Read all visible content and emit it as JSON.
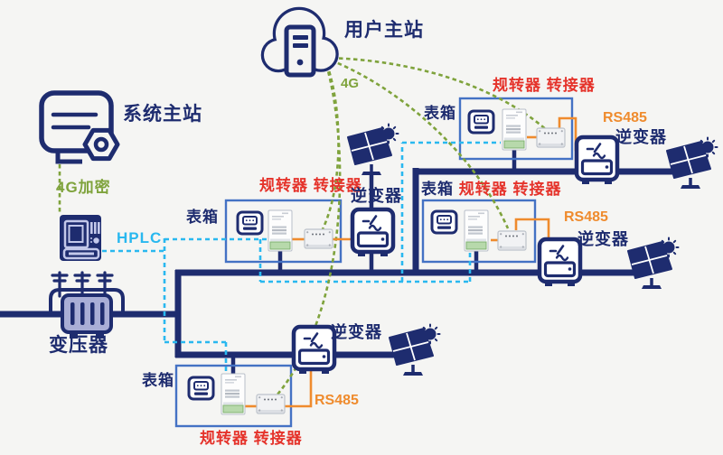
{
  "diagram": {
    "cloud_station": {
      "label": "用户主站"
    },
    "system_station": {
      "label": "系统主站"
    },
    "links": {
      "g4": "4G",
      "g4_encrypted": "4G加密",
      "hplc": "HPLC"
    },
    "transformer": {
      "label": "变压器"
    },
    "meter_boxes": [
      {
        "position": "middle",
        "box_label": "表箱",
        "devices_label": "规转器 转接器"
      },
      {
        "position": "top_right",
        "box_label": "表箱",
        "devices_label": "规转器 转接器"
      },
      {
        "position": "right",
        "box_label": "表箱",
        "devices_label": "规转器 转接器"
      },
      {
        "position": "bottom",
        "box_label": "表箱",
        "devices_label": "规转器 转接器"
      }
    ],
    "inverters": [
      {
        "position": "middle",
        "label": "逆变器"
      },
      {
        "position": "top_right",
        "label": "逆变器"
      },
      {
        "position": "right",
        "label": "逆变器"
      },
      {
        "position": "bottom",
        "label": "逆变器"
      }
    ],
    "rs485_links": [
      {
        "position": "top_right",
        "label": "RS485"
      },
      {
        "position": "right",
        "label": "RS485"
      },
      {
        "position": "bottom",
        "label": "RS485"
      }
    ],
    "colors": {
      "navy": "#1e2c6f",
      "meter_box_blue": "#4472c4",
      "hplc_cyan": "#29b8ef",
      "g4_green": "#7fa33c",
      "device_label_red": "#e5332b",
      "rs485_orange": "#ef8b2d",
      "transformer_lavender": "#a9aed6",
      "background": "#f5f5f3"
    }
  }
}
